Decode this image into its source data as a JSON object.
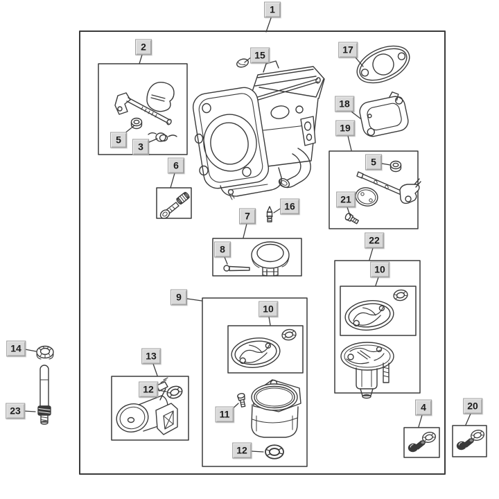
{
  "figure": {
    "colors": {
      "background": "#ffffff",
      "line": "#3a3a3a",
      "callout_bg": "#d9d9d9",
      "callout_text": "#1b1b1b",
      "callout_border": "#9e9e9e"
    }
  },
  "callouts": [
    {
      "num": "1"
    },
    {
      "num": "2"
    },
    {
      "num": "5"
    },
    {
      "num": "3"
    },
    {
      "num": "6"
    },
    {
      "num": "15"
    },
    {
      "num": "17"
    },
    {
      "num": "18"
    },
    {
      "num": "19"
    },
    {
      "num": "5"
    },
    {
      "num": "21"
    },
    {
      "num": "22"
    },
    {
      "num": "10"
    },
    {
      "num": "16"
    },
    {
      "num": "7"
    },
    {
      "num": "8"
    },
    {
      "num": "9"
    },
    {
      "num": "10"
    },
    {
      "num": "11"
    },
    {
      "num": "12"
    },
    {
      "num": "13"
    },
    {
      "num": "12"
    },
    {
      "num": "14"
    },
    {
      "num": "23"
    },
    {
      "num": "4"
    },
    {
      "num": "20"
    }
  ]
}
